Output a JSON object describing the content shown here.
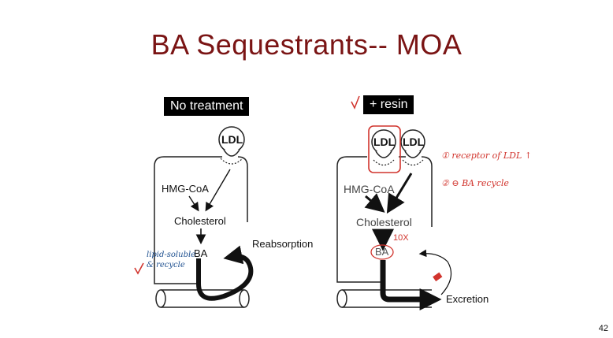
{
  "slide": {
    "title": "BA Sequestrants--  MOA",
    "number": "42"
  },
  "left_panel": {
    "badge": "No treatment",
    "ldl": "LDL",
    "hmg": "HMG-CoA",
    "cholesterol": "Cholesterol",
    "ba": "BA",
    "reabsorption": "Reabsorption",
    "note_line1": "lipid-soluble",
    "note_line2": "& recycle",
    "check": "✓"
  },
  "right_panel": {
    "badge": "+ resin",
    "check": "✓",
    "ldl_1": "LDL",
    "ldl_2": "LDL",
    "hmg": "HMG-CoA",
    "cholesterol": "Cholesterol",
    "ba": "BA",
    "fold": "10X",
    "excretion": "Excretion",
    "note1": "① receptor of LDL ↑",
    "note2": "② ⊖ BA recycle"
  },
  "colors": {
    "title": "#7a1414",
    "annotation_red": "#d1342d",
    "annotation_blue": "#1d4f8f"
  }
}
